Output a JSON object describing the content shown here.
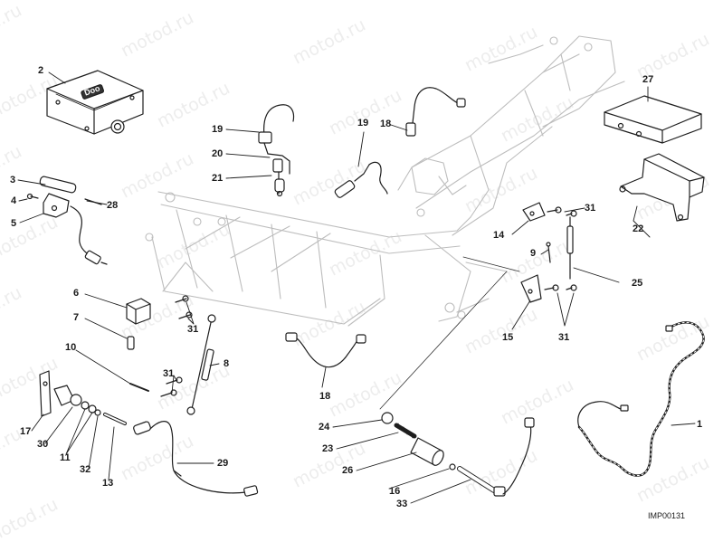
{
  "watermark": {
    "text": "motod.ru"
  },
  "diagram_code": "IMP00131",
  "callouts": {
    "c1": "1",
    "c2": "2",
    "c3": "3",
    "c4": "4",
    "c5": "5",
    "c6": "6",
    "c7": "7",
    "c8": "8",
    "c9": "9",
    "c10": "10",
    "c11": "11",
    "c11b": "11",
    "c13": "13",
    "c14": "14",
    "c15": "15",
    "c16": "16",
    "c17": "17",
    "c18a": "18",
    "c18b": "18",
    "c19a": "19",
    "c19b": "19",
    "c20": "20",
    "c21": "21",
    "c22": "22",
    "c23": "23",
    "c24": "24",
    "c25": "25",
    "c26": "26",
    "c27": "27",
    "c28": "28",
    "c29": "29",
    "c30": "30",
    "c31a": "31",
    "c31b": "31",
    "c31c": "31",
    "c31d": "31",
    "c32": "32",
    "c33": "33"
  },
  "parts": {
    "control_unit_label": "Doo"
  }
}
